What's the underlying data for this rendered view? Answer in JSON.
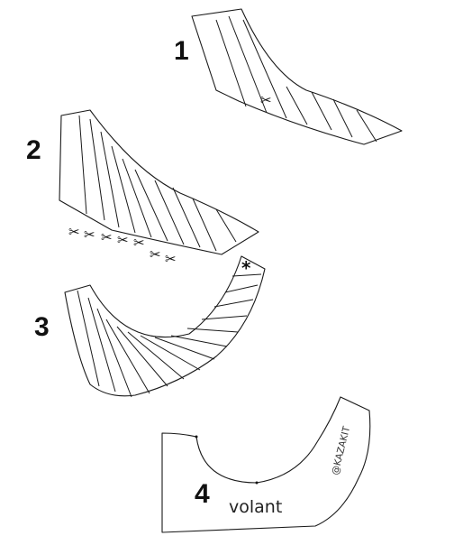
{
  "steps": [
    {
      "number": "1"
    },
    {
      "number": "2"
    },
    {
      "number": "3"
    },
    {
      "number": "4"
    }
  ],
  "label": "volant",
  "watermark": "@KAZAKIT",
  "marks": {
    "scissors_symbol": "✂",
    "star_symbol": "*"
  },
  "icons": {
    "scissors": "scissors-icon",
    "star": "star-marker-icon"
  }
}
